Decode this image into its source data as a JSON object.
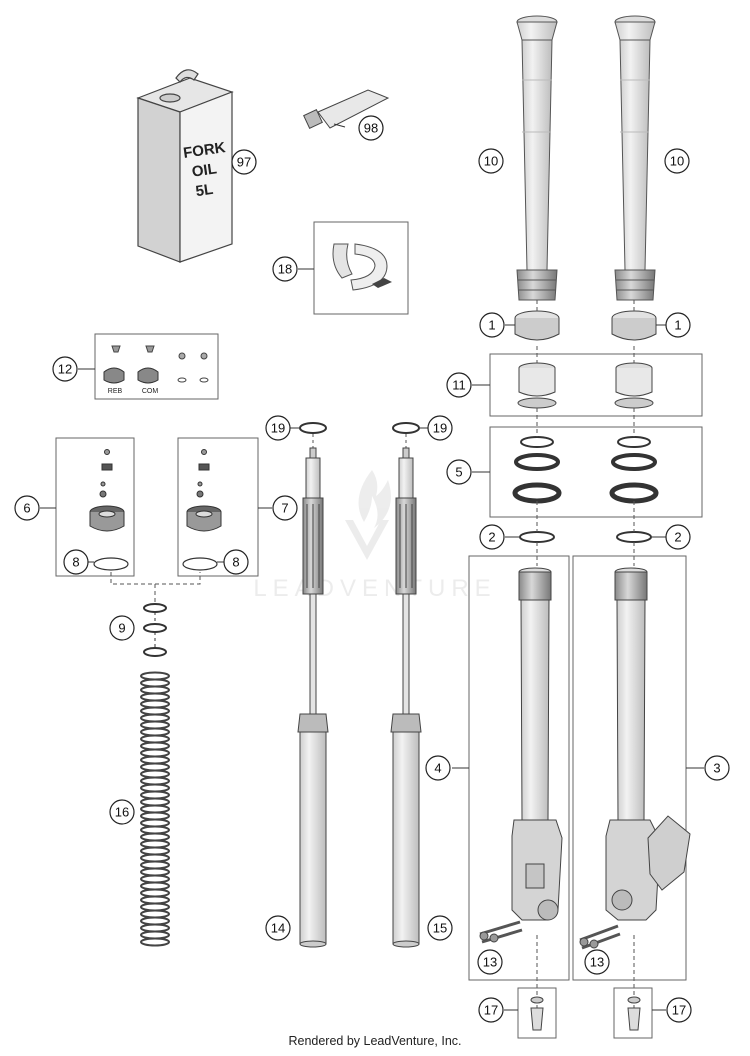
{
  "footer": "Rendered by LeadVenture, Inc.",
  "watermark": "LEADVENTURE",
  "oil_can": {
    "line1": "FORK",
    "line2": "OIL",
    "line3": "5L"
  },
  "adjuster_labels": {
    "reb": "REB",
    "com": "COM"
  },
  "callouts": {
    "c97": "97",
    "c98": "98",
    "c10a": "10",
    "c10b": "10",
    "c18": "18",
    "c1a": "1",
    "c1b": "1",
    "c12": "12",
    "c11": "11",
    "c19a": "19",
    "c19b": "19",
    "c5": "5",
    "c6": "6",
    "c7": "7",
    "c2a": "2",
    "c2b": "2",
    "c8a": "8",
    "c8b": "8",
    "c9": "9",
    "c4": "4",
    "c3": "3",
    "c16": "16",
    "c14": "14",
    "c15": "15",
    "c13a": "13",
    "c13b": "13",
    "c17a": "17",
    "c17b": "17"
  }
}
